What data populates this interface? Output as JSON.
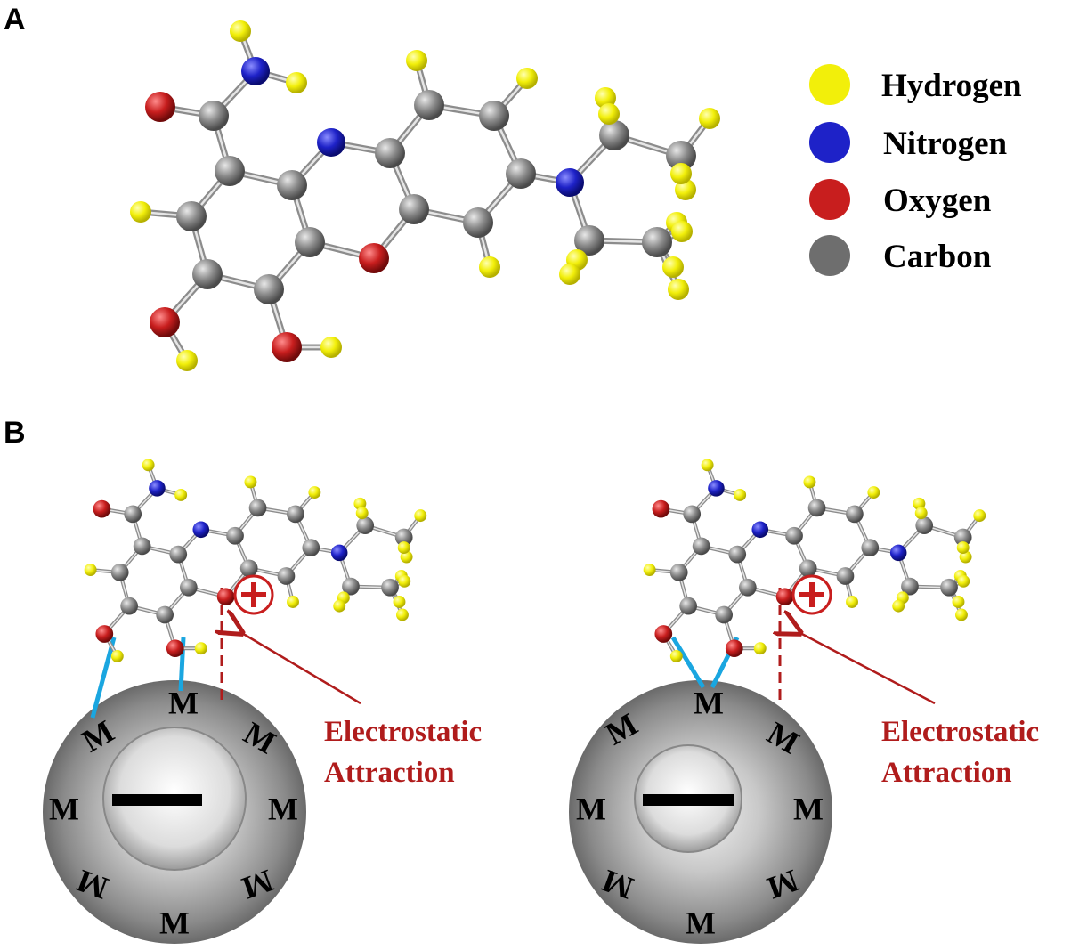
{
  "panels": {
    "a_label": "A",
    "b_label": "B"
  },
  "legend": {
    "items": [
      {
        "label": "Hydrogen",
        "color": "#f2ef0a"
      },
      {
        "label": "Nitrogen",
        "color": "#1e22c8"
      },
      {
        "label": "Oxygen",
        "color": "#c81e1e"
      },
      {
        "label": "Carbon",
        "color": "#6e6e6e"
      }
    ]
  },
  "atom_symbols": {
    "metal": "M"
  },
  "charges": {
    "positive": "+",
    "negative": "−"
  },
  "annotation": {
    "line1": "Electrostatic",
    "line2": "Attraction",
    "color": "#b01c1c"
  },
  "bond_color": "#1aa6e0"
}
